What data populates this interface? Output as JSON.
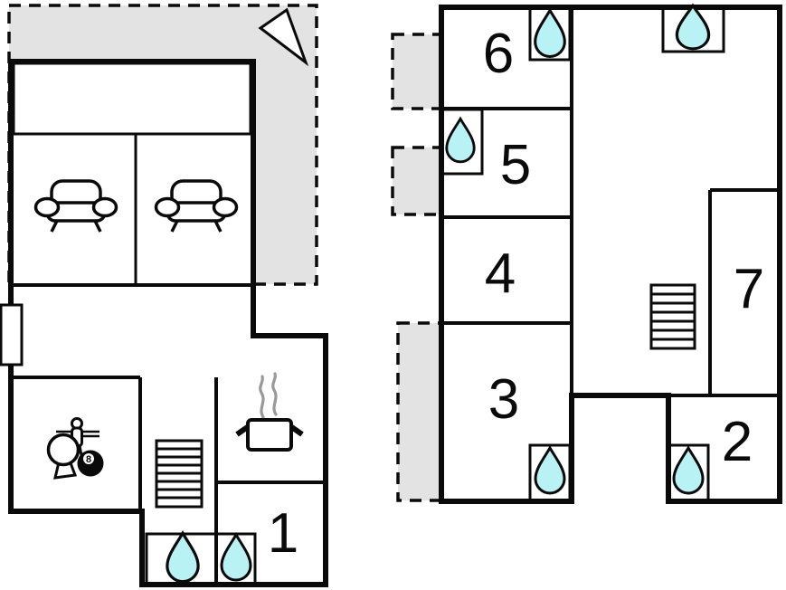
{
  "plan": {
    "kind": "floor-plan",
    "sections": [
      "lower-floor",
      "upper-floor"
    ]
  },
  "colors": {
    "wall": "#0a0a0a",
    "outdoor_fill": "#e3e3e3",
    "balcony_fill": "#a8f4f4",
    "water_fill": "#b9f2f4",
    "steam": "#999999",
    "background": "#ffffff"
  },
  "rooms": {
    "r1": "1",
    "r2": "2",
    "r3": "3",
    "r4": "4",
    "r5": "5",
    "r6": "6",
    "r7": "7"
  },
  "icons": {
    "billiard_ball_label": "8",
    "water_drop": "teardrop",
    "north_arrow": "triangle",
    "stairs": "striped-rectangle",
    "sofa": "couch-outline",
    "stove": "pot-with-steam",
    "table_tennis": "paddle",
    "foosball": "player-on-rod",
    "window": "white-rect-on-wall",
    "terrace": "dashed-gray-area"
  }
}
